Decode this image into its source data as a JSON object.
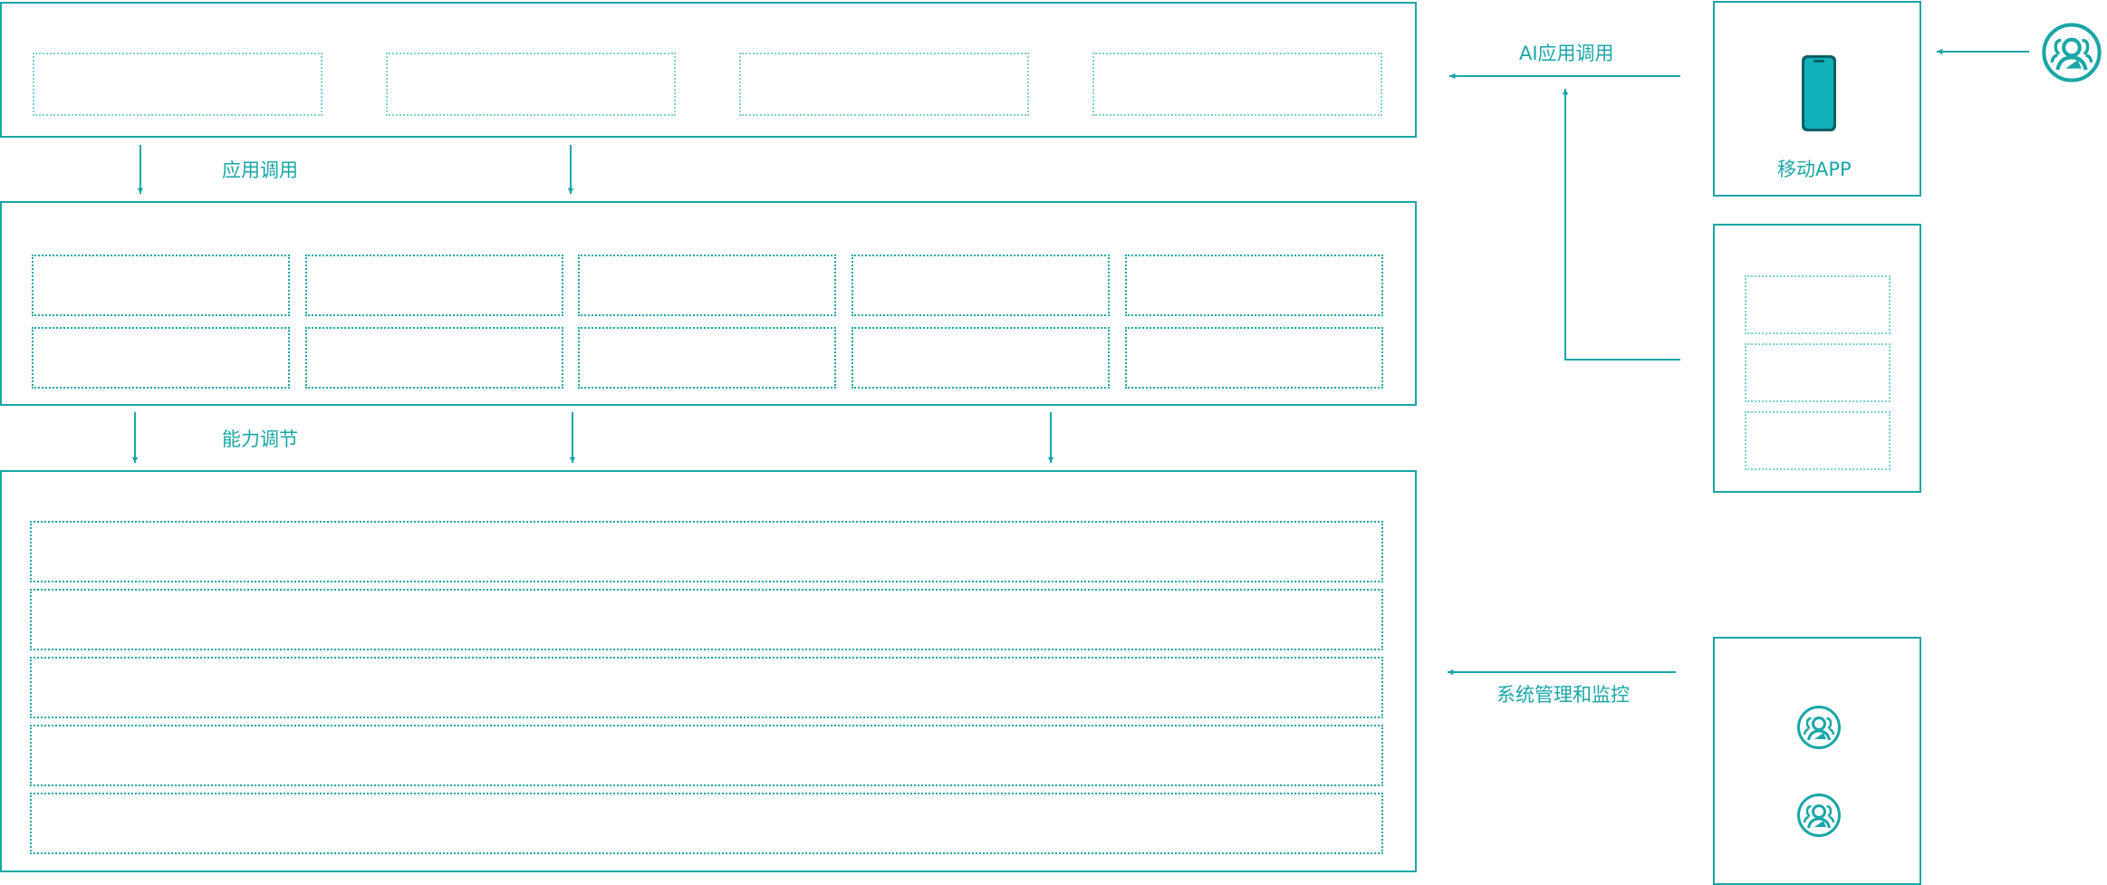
{
  "labels": {
    "app_call": "应用调用",
    "capability_adjust": "能力调节",
    "ai_app_call": "AI应用调用",
    "mobile_app": "移动APP",
    "system_management": "系统管理和监控"
  },
  "icons": {
    "user_group": "user-group-icon",
    "phone": "smartphone-icon"
  },
  "colors": {
    "accent": "#1aa6a6",
    "accent_light": "#7fcfcf",
    "phone_body": "#12b0b8",
    "phone_frame": "#0b5e66"
  }
}
